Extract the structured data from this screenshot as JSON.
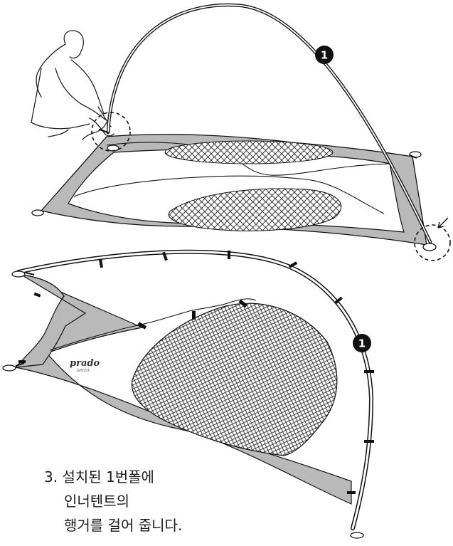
{
  "steps": {
    "number": "3.",
    "caption_lines": [
      "설치된 1번폴에",
      "인너텐트의",
      "행거를 걸어 줍니다."
    ]
  },
  "callouts": {
    "pole_number": "1"
  },
  "brand": {
    "name": "prado",
    "sub": "GHOST"
  },
  "colors": {
    "mat": "#b9b9b9",
    "line": "#111111",
    "badge": "#111111"
  }
}
